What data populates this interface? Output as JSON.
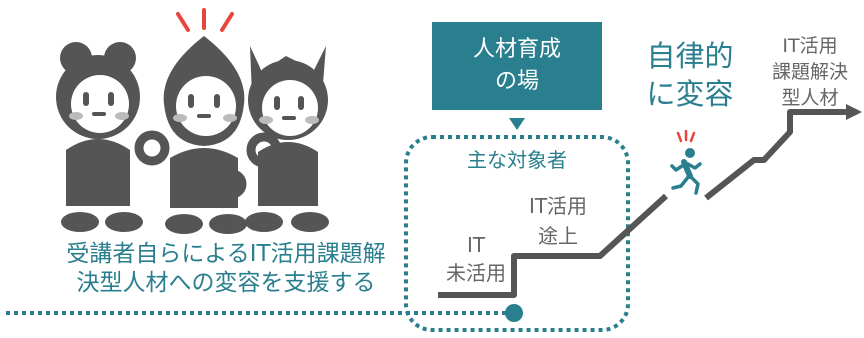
{
  "caption": {
    "line1": "受講者自らによるIT活用課題解",
    "line2": "決型人材への変容を支援する"
  },
  "place_box": {
    "line1": "人材育成",
    "line2": "の場"
  },
  "target_label": "主な対象者",
  "transform_label": {
    "line1": "自律的",
    "line2": "に変容"
  },
  "stages": [
    {
      "line1": "IT",
      "line2": "未活用"
    },
    {
      "line1": "IT活用",
      "line2": "途上"
    },
    {
      "line1": "IT活用",
      "line2": "課題解決",
      "line3": "型人材"
    }
  ],
  "colors": {
    "teal": "#2a7f8e",
    "dark_gray": "#555555",
    "red": "#e8453c",
    "text_gray": "#666666"
  },
  "icons": [
    "person-icon",
    "person-icon",
    "person-icon",
    "running-person-icon",
    "alert-marks-icon"
  ]
}
